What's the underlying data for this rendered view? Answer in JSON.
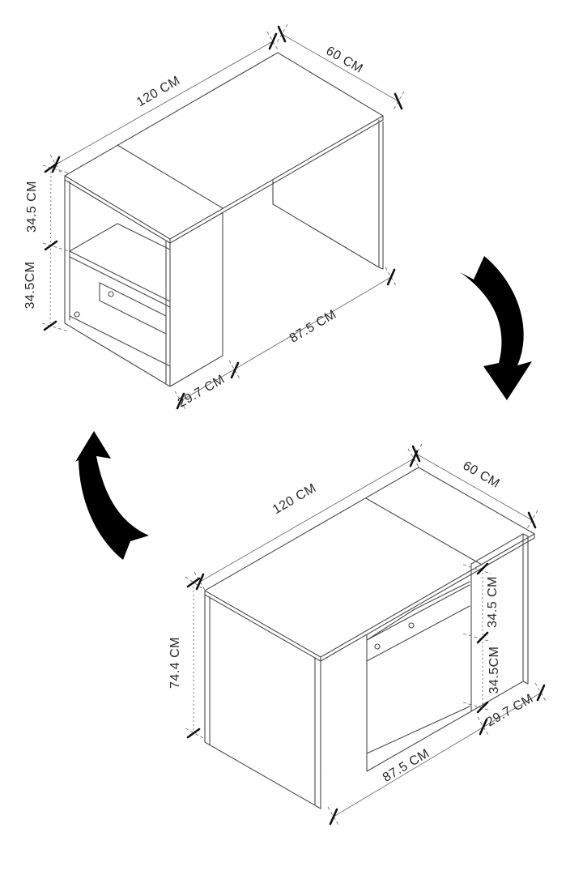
{
  "figure_top": {
    "length_label": "120 CM",
    "depth_label": "60 CM",
    "upper_shelf_label": "34.5 CM",
    "lower_shelf_label": "34.5CM",
    "open_width_label": "87.5 CM",
    "shelf_width_label": "29.7 CM"
  },
  "figure_bottom": {
    "length_label": "120 CM",
    "depth_label": "60 CM",
    "height_label": "74.4 CM",
    "upper_shelf_label": "34.5 CM",
    "lower_shelf_label": "34.5CM",
    "open_width_label": "87.5 CM",
    "shelf_width_label": "29.7 CM"
  },
  "icons": {
    "rotate_down": "curved-arrow-down",
    "rotate_up": "curved-arrow-up"
  },
  "colors": {
    "line": "#4a4a4a",
    "dim": "#6e6e6e",
    "tick": "#111111",
    "text": "#2a2a2a",
    "arrow": "#000000",
    "background": "#ffffff"
  }
}
